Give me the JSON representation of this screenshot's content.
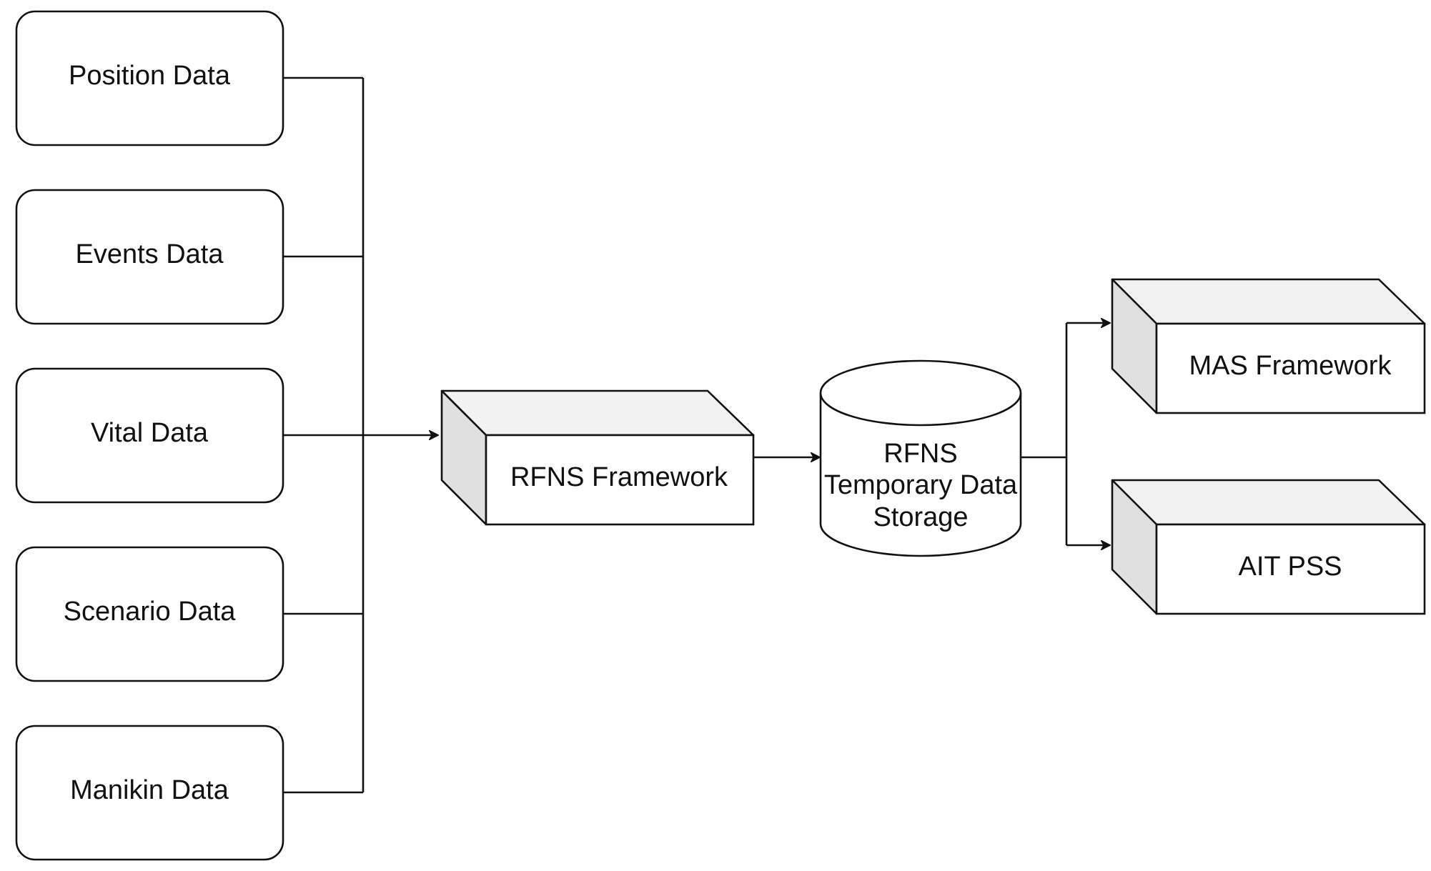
{
  "sources": [
    {
      "id": "position",
      "label": "Position Data"
    },
    {
      "id": "events",
      "label": "Events Data"
    },
    {
      "id": "vital",
      "label": "Vital Data"
    },
    {
      "id": "scenario",
      "label": "Scenario Data"
    },
    {
      "id": "manikin",
      "label": "Manikin Data"
    }
  ],
  "framework": {
    "label": "RFNS Framework"
  },
  "storage": {
    "lines": [
      "RFNS",
      "Temporary Data",
      "Storage"
    ]
  },
  "outputs": [
    {
      "id": "mas",
      "label": "MAS Framework"
    },
    {
      "id": "ait",
      "label": "AIT PSS"
    }
  ],
  "colors": {
    "stroke": "#111111",
    "fill": "#ffffff",
    "cube_side": "#e0e0e0",
    "cube_top": "#f2f2f2"
  }
}
